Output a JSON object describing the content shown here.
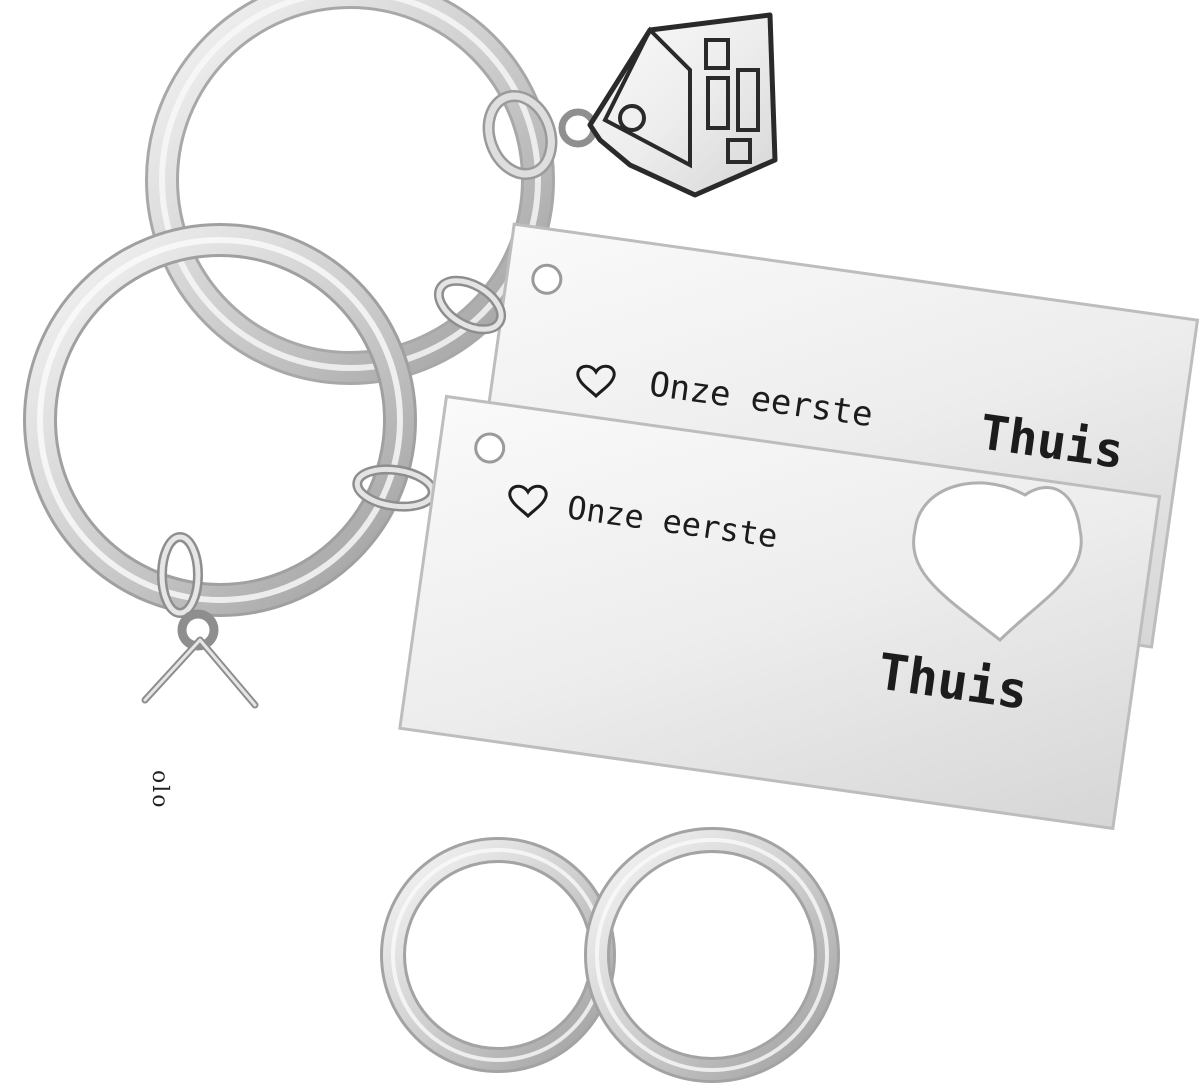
{
  "tags": {
    "back": {
      "line1": "Onze eerste",
      "line2": "Thuis"
    },
    "front": {
      "line1": "Onze eerste",
      "line2": "Thuis"
    }
  },
  "side_mark": "olo",
  "colors": {
    "background": "#ffffff",
    "metal_light": "#f2f2f2",
    "metal_mid": "#d9d9d9",
    "metal_edge": "#a9a9a9",
    "engraving": "#1c1c1c"
  }
}
